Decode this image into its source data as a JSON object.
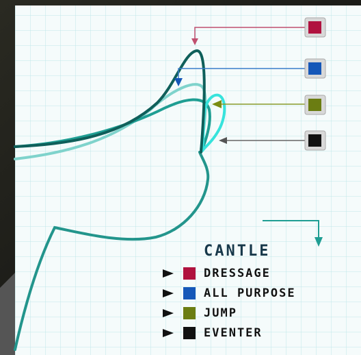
{
  "legend": {
    "title": "CANTLE",
    "items": [
      {
        "label": "DRESSAGE",
        "color": "#b0123f"
      },
      {
        "label": "ALL PURPOSE",
        "color": "#1557b8"
      },
      {
        "label": "JUMP",
        "color": "#6b7d12"
      },
      {
        "label": "EVENTER",
        "color": "#111111"
      }
    ]
  },
  "colors": {
    "grid_background": "#f5fbfb",
    "grid_line": "#bfe7ea",
    "saddle_outline": "#23958c",
    "dressage_curve": "#0f5f5a",
    "all_purpose_curve": "#7fd3cc",
    "jump_curve": "#1f9e93",
    "eventer_curve": "#36e3dc"
  },
  "callout_icons": [
    "square-marker-icon",
    "square-marker-icon",
    "square-marker-icon",
    "square-marker-icon"
  ]
}
